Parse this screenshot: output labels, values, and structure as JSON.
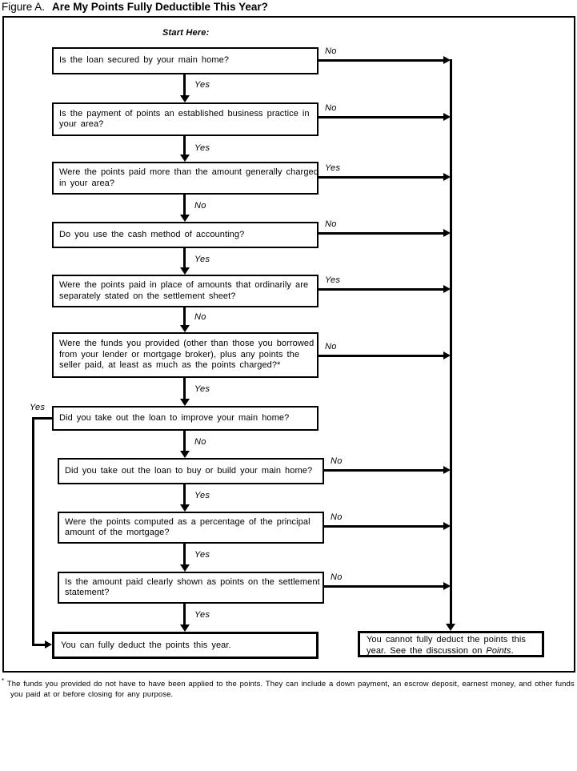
{
  "title": {
    "figure_label": "Figure A.",
    "heading": "Are My Points Fully Deductible This Year?"
  },
  "start_label": "Start Here:",
  "questions": [
    {
      "text": "Is the loan secured by your main home?",
      "down_label": "Yes",
      "side_label": "No"
    },
    {
      "text": "Is the payment of points an established business practice in\nyour area?",
      "down_label": "Yes",
      "side_label": "No"
    },
    {
      "text": "Were the points paid more than the amount generally charged\nin your area?",
      "down_label": "No",
      "side_label": "Yes"
    },
    {
      "text": "Do you use the cash method of accounting?",
      "down_label": "Yes",
      "side_label": "No"
    },
    {
      "text": "Were the points paid in place of amounts that ordinarily are\nseparately stated on the settlement sheet?",
      "down_label": "No",
      "side_label": "Yes"
    },
    {
      "text": "Were the funds you provided (other than those you borrowed\nfrom your lender or mortgage broker), plus any points the\nseller paid, at least as much as the points charged?*",
      "down_label": "Yes",
      "side_label": "No"
    },
    {
      "text": "Did you take out the loan to improve your main home?",
      "down_label": "No",
      "side_label": "Yes"
    },
    {
      "text": "Did you take out the loan to buy or build your main home?",
      "down_label": "Yes",
      "side_label": "No"
    },
    {
      "text": "Were the points computed as a percentage of the principal\namount of the mortgage?",
      "down_label": "Yes",
      "side_label": "No"
    },
    {
      "text": "Is the amount paid clearly shown as points on the settlement\nstatement?",
      "down_label": "Yes",
      "side_label": "No"
    }
  ],
  "results": {
    "deductible": {
      "text": "You can fully deduct the points this year."
    },
    "not_deductible": {
      "text": "You cannot fully deduct the points this\nyear. See the discussion on ",
      "italic_term": "Points",
      "suffix": "."
    }
  },
  "footnote": {
    "marker": "*",
    "text": " The funds you provided do not have to have been applied to the points. They can include a down payment, an escrow deposit, earnest money, and other funds\nyou paid at or before closing for any purpose."
  }
}
